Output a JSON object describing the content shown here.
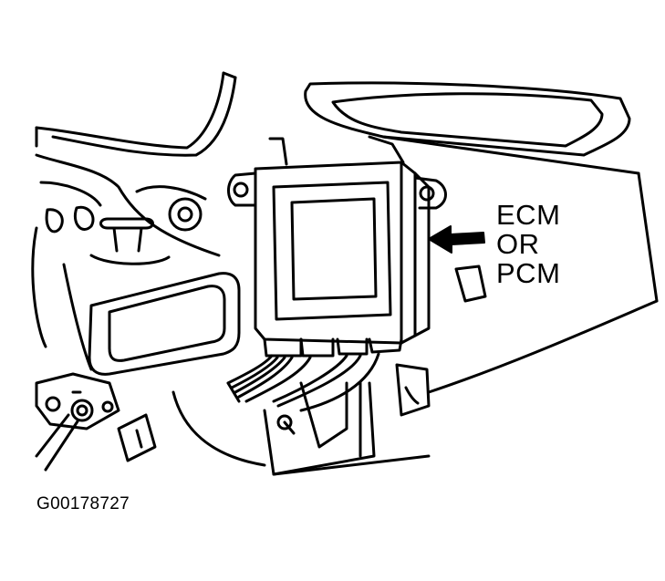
{
  "callout": {
    "line1": "ECM",
    "line2": "OR",
    "line3": "PCM"
  },
  "figure_id": "G00178727",
  "colors": {
    "ink": "#000000",
    "paper": "#ffffff"
  },
  "icons": [
    "arrow-left-icon"
  ]
}
